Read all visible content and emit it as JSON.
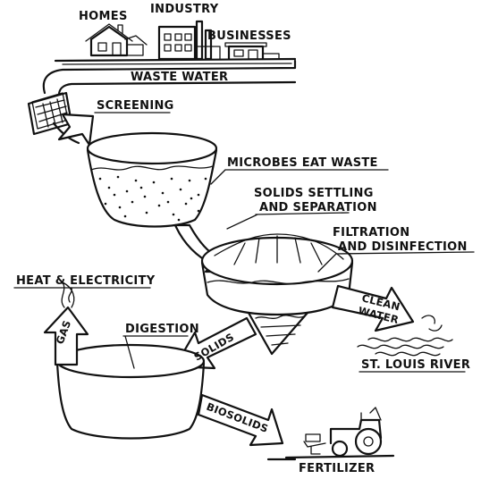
{
  "labels": {
    "homes": "HOMES",
    "industry": "INDUSTRY",
    "businesses": "BUSINESSES",
    "waste_water": "WASTE WATER",
    "screening": "SCREENING",
    "microbes": "MICROBES EAT WASTE",
    "solids_settling_1": "SOLIDS SETTLING",
    "solids_settling_2": "AND SEPARATION",
    "filtration_1": "FILTRATION",
    "filtration_2": "AND DISINFECTION",
    "clean_1": "CLEAN",
    "clean_2": "WATER",
    "heat_electricity": "HEAT & ELECTRICITY",
    "gas": "GAS",
    "digestion": "DIGESTION",
    "solids": "SOLIDS",
    "river": "ST. LOUIS RIVER",
    "biosolids": "BIOSOLIDS",
    "fertilizer": "FERTILIZER"
  }
}
